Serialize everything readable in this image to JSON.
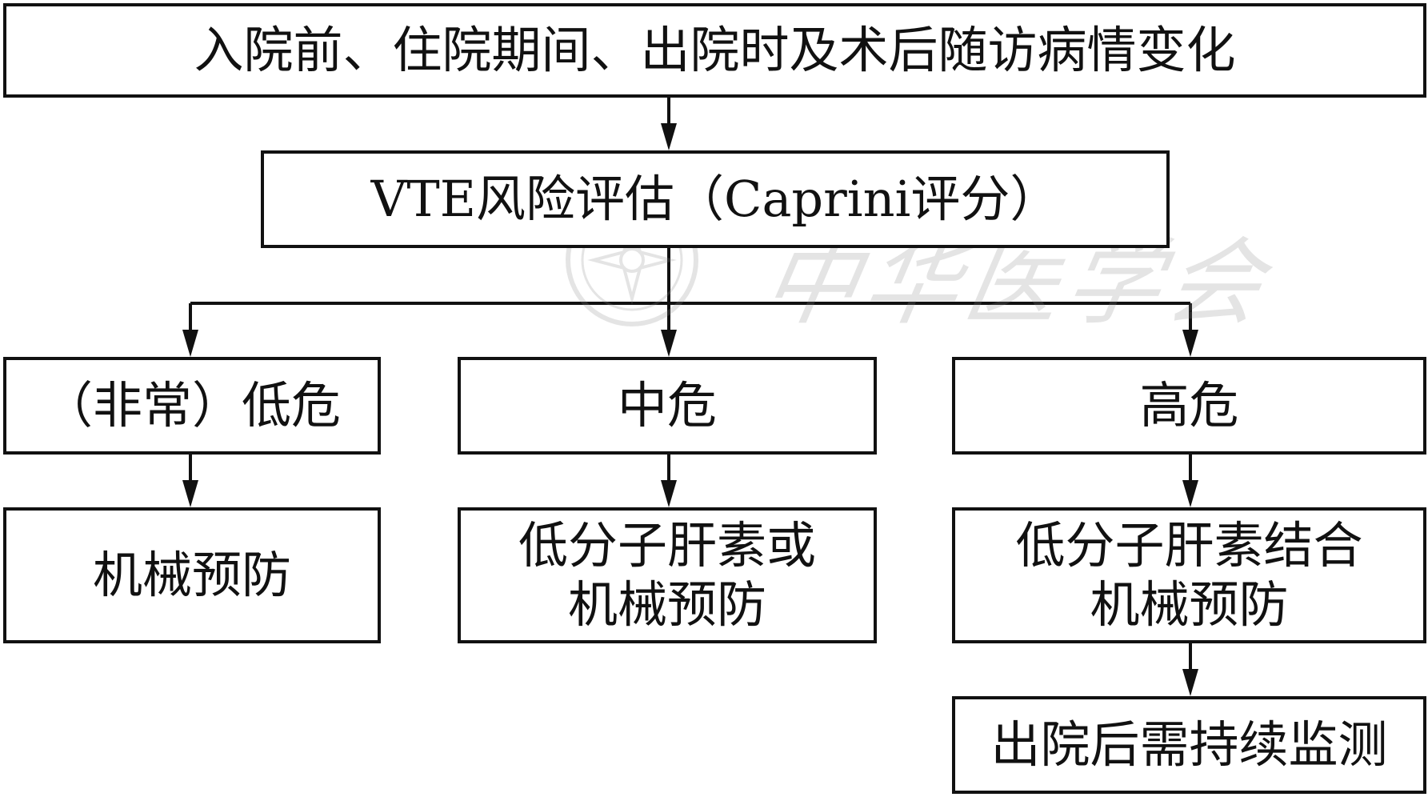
{
  "boxes": {
    "top": "入院前、住院期间、出院时及术后随访病情变化",
    "assess": "VTE风险评估（Caprini评分）",
    "low": "（非常）低危",
    "mid": "中危",
    "high": "高危",
    "low_action": "机械预防",
    "mid_action_line1": "低分子肝素或",
    "mid_action_line2": "机械预防",
    "high_action_line1": "低分子肝素结合",
    "high_action_line2": "机械预防",
    "followup": "出院后需持续监测"
  },
  "watermark": {
    "text": "中华医学会"
  },
  "colors": {
    "line": "#111111",
    "background": "#ffffff",
    "watermark": "#8a8a8a"
  }
}
